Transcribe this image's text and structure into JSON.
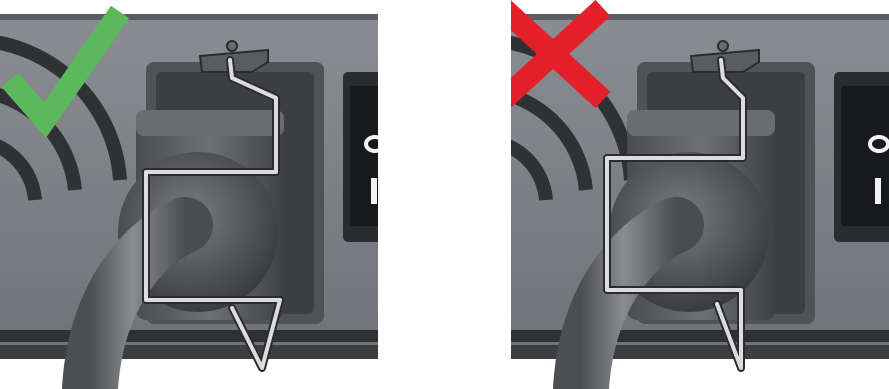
{
  "panels": [
    {
      "id": "left",
      "status": "correct",
      "icon": "checkmark-icon",
      "icon_color": "#5cb85c",
      "clip_state": "clip-wraps-around-plug-and-locks-under-socket"
    },
    {
      "id": "right",
      "status": "incorrect",
      "icon": "cross-icon",
      "icon_color": "#e3202a",
      "clip_state": "clip-not-hooked-under-socket"
    }
  ],
  "colors": {
    "chassis": "#7f8286",
    "chassis_dark": "#3c3e42",
    "socket": "#46484c",
    "plug": "#5a5c60",
    "cable": "#6a6c70",
    "clip": "#d9d9d9"
  },
  "switch_symbols": {
    "off": "O",
    "on": "I"
  }
}
